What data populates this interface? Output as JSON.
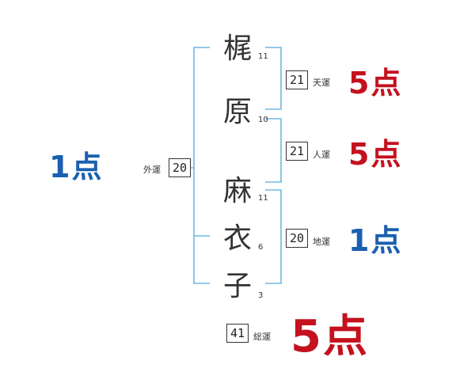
{
  "colors": {
    "bracket": "#6db8e6",
    "good": "#1a5fb0",
    "bad": "#c4111e"
  },
  "characters": [
    {
      "char": "梶",
      "strokes": "11"
    },
    {
      "char": "原",
      "strokes": "10"
    },
    {
      "char": "麻",
      "strokes": "11"
    },
    {
      "char": "衣",
      "strokes": "6"
    },
    {
      "char": "子",
      "strokes": "3"
    }
  ],
  "fortunes": {
    "tenun": {
      "value": "21",
      "label": "天運",
      "score": "5点"
    },
    "jinun": {
      "value": "21",
      "label": "人運",
      "score": "5点"
    },
    "chiun": {
      "value": "20",
      "label": "地運",
      "score": "1点"
    },
    "gaiun": {
      "value": "20",
      "label": "外運",
      "score": "1点"
    },
    "souun": {
      "value": "41",
      "label": "総運",
      "score": "5点"
    }
  }
}
